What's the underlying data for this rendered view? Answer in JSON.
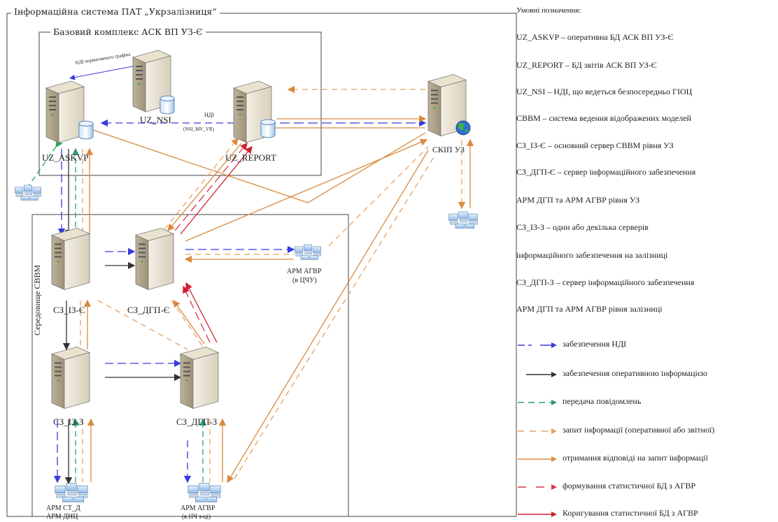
{
  "frames": {
    "outer": "Інформаційна система ПАТ „Укрзалізниця“",
    "base": "Базовий комплекс АСК ВП УЗ-Є",
    "env": "Середовище СВВМ"
  },
  "nodes": {
    "uz_askvp": "UZ_ASKVP",
    "uz_nsi": "UZ_NSI",
    "uz_report": "UZ_REPORT",
    "skip": "СКІП УЗ",
    "sz_iz_e": "СЗ_ІЗ-Є",
    "sz_dgp_e": "СЗ_ДГП-Є",
    "sz_iz_z": "СЗ_ІЗ-З",
    "sz_dgp_z": "СЗ_ДГП-З",
    "arm_agvr_tschu_1": "АРМ АГВР",
    "arm_agvr_tschu_2": "(в ЦЧУ)",
    "arm_st_1": "АРМ СТ_Д",
    "arm_st_2": "АРМ ДНЦ",
    "arm_agvr_nch_1": "АРМ АГВР",
    "arm_agvr_nch_2": "(в НЧ з-ці)"
  },
  "edge_labels": {
    "nsi_graph": "НДІ нормативного графіка",
    "ndi": "НДІ",
    "nsi_mv": "(NSI_MV_VR)"
  },
  "legend": {
    "heading": "Умовні позначення:",
    "lines": [
      "UZ_ASKVP – оперативна БД АСК ВП УЗ-Є",
      "UZ_REPORT – БД звітів АСК ВП УЗ-Є",
      "UZ_NSI – НДІ, що ведеться безпосередньо ГІОЦ",
      "СВВМ – система ведення відображених моделей",
      "СЗ_ІЗ-Є – основний сервер СВВМ рівня УЗ",
      "СЗ_ДГП-Є – сервер інформаційного забезпечення",
      "АРМ ДГП та АРМ АГВР рівня УЗ",
      "СЗ_ІЗ-З – один або декілька серверів",
      "інформаційного забезпечення на залізниці",
      "СЗ_ДГП-З – сервер інформаційного забезпечення",
      "АРМ ДГП та АРМ АГВР рівня залізниці"
    ],
    "arrows": [
      {
        "label": "забезпечення НДІ",
        "color": "#3a3adf",
        "style": "dashed-blue"
      },
      {
        "label": "забезпечення оперативною інформацією",
        "color": "#333333",
        "style": "solid-black"
      },
      {
        "label": "передача повідомлень",
        "color": "#2e9e6a",
        "style": "dashed-green"
      },
      {
        "label": "запит інформації (оперативної або звітної)",
        "color": "#e8a060",
        "style": "dashed-orange"
      },
      {
        "label": "отримання відповіді на запит інформації",
        "color": "#d98a3c",
        "style": "solid-orange"
      },
      {
        "label": "формування статистичної БД з АГВР",
        "color": "#e0304a",
        "style": "dashed-red"
      },
      {
        "label": "Коригування статистичної БД з АГВР",
        "color": "#d02030",
        "style": "solid-red"
      }
    ]
  }
}
